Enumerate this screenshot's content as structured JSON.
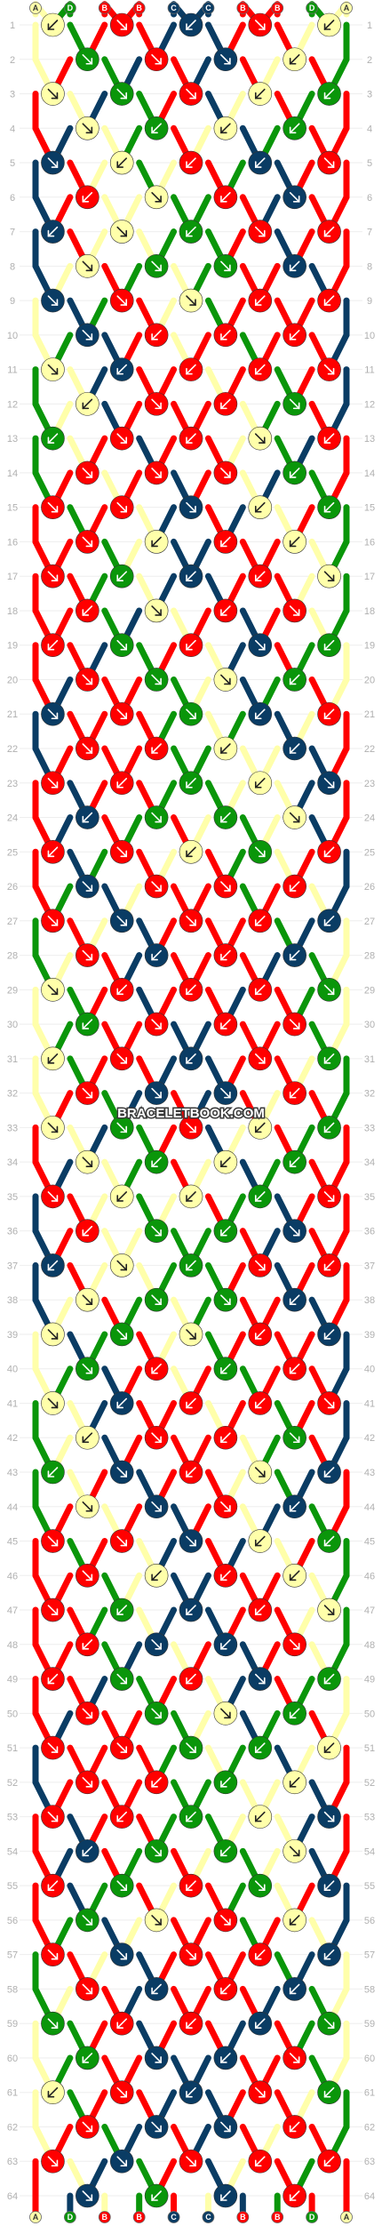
{
  "watermark": "BRACELETBOOK.COM",
  "colors": {
    "A": "#ffffaa",
    "B": "#ff0000",
    "C": "#0a3c64",
    "D": "#0a960a"
  },
  "strands": [
    "A",
    "D",
    "B",
    "B",
    "C",
    "C",
    "B",
    "B",
    "D",
    "A"
  ],
  "strand_labels_top": [
    "A",
    "D",
    "B",
    "B",
    "C",
    "C",
    "B",
    "B",
    "D",
    "A"
  ],
  "strand_labels_bottom": [
    "A",
    "D",
    "B",
    "B",
    "C",
    "C",
    "B",
    "B",
    "D",
    "A"
  ],
  "row_count": 64,
  "row_labels": [
    "1",
    "2",
    "3",
    "4",
    "5",
    "6",
    "7",
    "8",
    "9",
    "10",
    "11",
    "12",
    "13",
    "14",
    "15",
    "16",
    "17",
    "18",
    "19",
    "20",
    "21",
    "22",
    "23",
    "24",
    "25",
    "26",
    "27",
    "28",
    "29",
    "30",
    "31",
    "32",
    "33",
    "34",
    "35",
    "36",
    "37",
    "38",
    "39",
    "40",
    "41",
    "42",
    "43",
    "44",
    "45",
    "46",
    "47",
    "48",
    "49",
    "50",
    "51",
    "52",
    "53",
    "54",
    "55",
    "56",
    "57",
    "58",
    "59",
    "60",
    "61",
    "62",
    "63",
    "64"
  ]
}
